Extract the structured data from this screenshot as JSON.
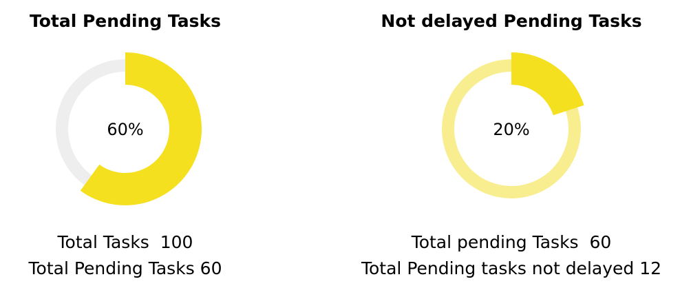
{
  "colors": {
    "accent": "#F5E020",
    "track_grey": "#EEEEEE",
    "track_light": "#F9EE8F"
  },
  "chart_data": [
    {
      "type": "pie",
      "variant": "donut",
      "title": "Total Pending Tasks",
      "value_percent": 60,
      "center_label": "60%",
      "track_color": "#EEEEEE",
      "fill_color": "#F5E020",
      "footer": {
        "line1_label": "Total Tasks",
        "line1_value": "100",
        "line2_label": "Total Pending Tasks",
        "line2_value": "60"
      }
    },
    {
      "type": "pie",
      "variant": "donut",
      "title": "Not delayed Pending Tasks",
      "value_percent": 20,
      "center_label": "20%",
      "track_color": "#F9EE8F",
      "fill_color": "#F5E020",
      "footer": {
        "line1_label": "Total pending Tasks",
        "line1_value": "60",
        "line2_label": "Total Pending tasks not delayed",
        "line2_value": "12"
      }
    }
  ]
}
